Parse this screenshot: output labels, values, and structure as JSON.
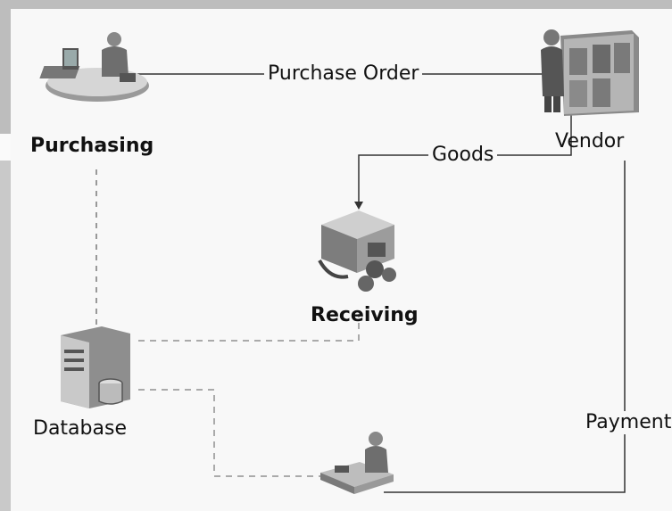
{
  "nodes": {
    "purchasing": {
      "label": "Purchasing",
      "icon": "workstation-user-icon"
    },
    "vendor": {
      "label": "Vendor",
      "icon": "warehouse-worker-icon"
    },
    "receiving": {
      "label": "Receiving",
      "icon": "forklift-package-icon"
    },
    "database": {
      "label": "Database",
      "icon": "database-server-icon"
    },
    "accounts": {
      "label": "",
      "icon": "desk-user-icon"
    }
  },
  "edges": {
    "purchase_order": "Purchase Order",
    "goods": "Goods",
    "payment": "Payment"
  }
}
